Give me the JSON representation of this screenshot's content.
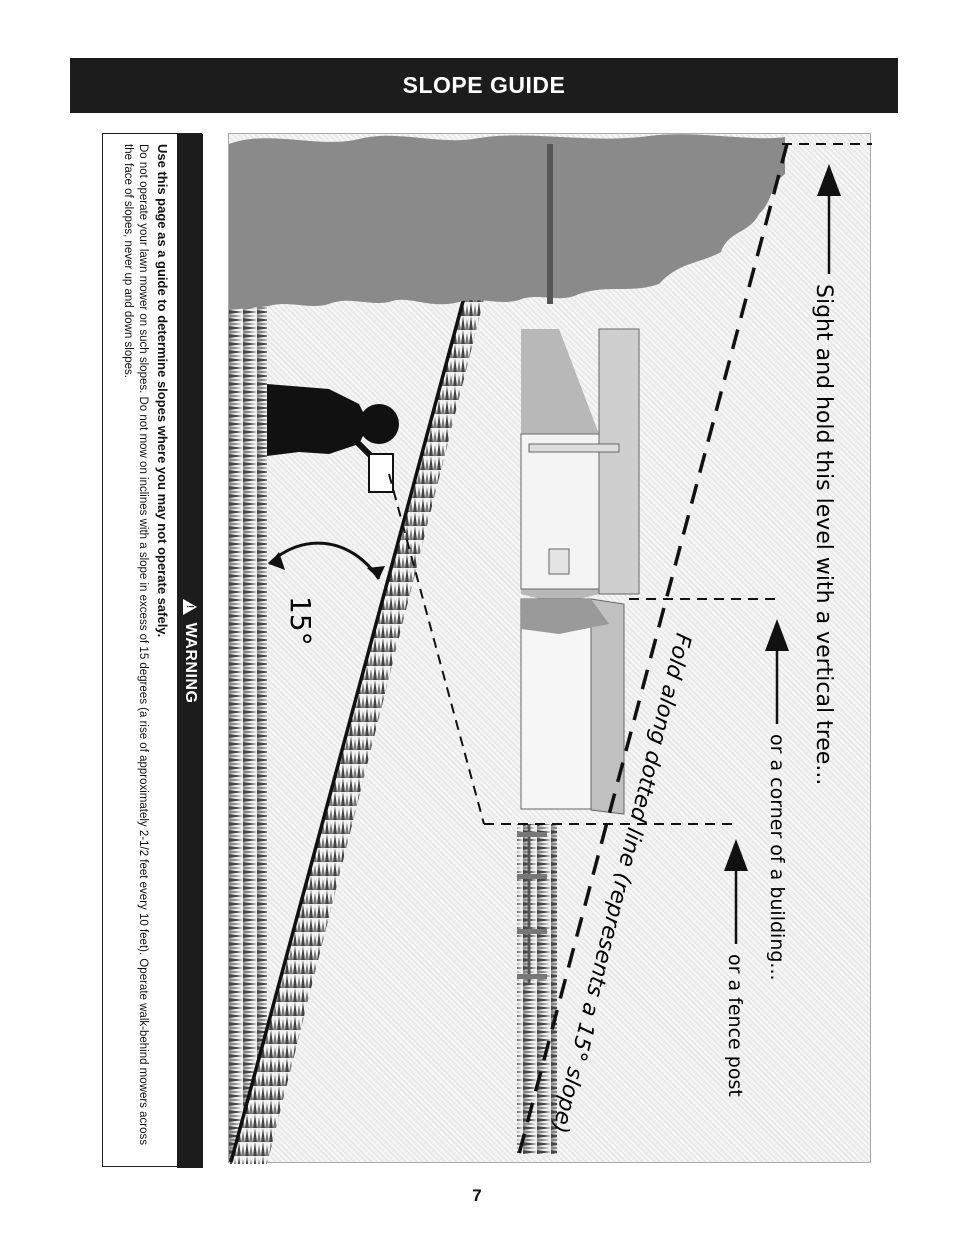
{
  "header": {
    "title": "SLOPE GUIDE"
  },
  "warning": {
    "label": "WARNING",
    "heading": "Use this page as a guide to determine slopes where you may not operate safely.",
    "body": "Do not operate your lawn mower on such slopes. Do not mow on inclines with a slope in excess of 15 degrees (a rise of approximately 2-1/2 feet every 10 feet). Operate walk-behind mowers across the face of slopes, never up and down slopes."
  },
  "illustration": {
    "instruction_tree": "Sight and hold this level with a vertical tree...",
    "instruction_building": "or a corner of a building...",
    "instruction_fence": "or a fence post",
    "fold_line": "Fold along dotted line (represents a 15° slope)",
    "angle_label": "15°"
  },
  "footer": {
    "page_number": "7"
  }
}
